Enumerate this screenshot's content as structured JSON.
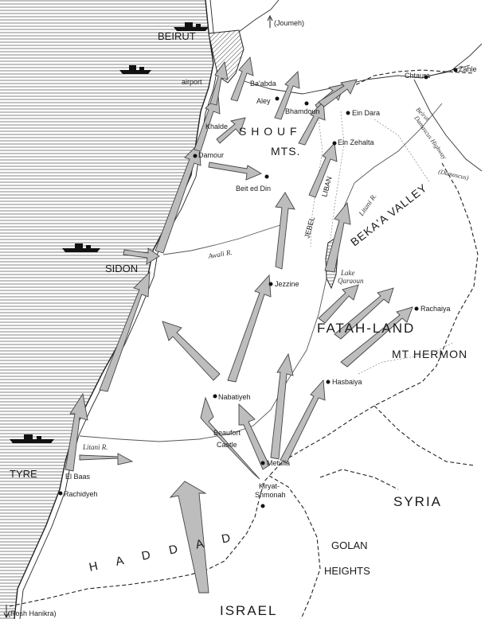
{
  "map": {
    "labels": {
      "beirut": "BEIRUT",
      "joumeh": "(Joumeh)",
      "airport": "airport",
      "baabda": "Ba'abda",
      "aley": "Aley",
      "bhamdoun": "Bhamdoun",
      "chtaura": "Chtaura",
      "zahle": "Zahle",
      "khalde": "Khalde",
      "damour": "Damour",
      "ein_dara": "Ein Dara",
      "ein_zehalta": "Ein Zehalta",
      "shouf": "S H O U F",
      "mts": "MTS.",
      "beirut_road": "Beirut",
      "damascus_highway": "Damascus Highway",
      "damascus": "(Damascus)",
      "beit_ed_din": "Beit ed Din",
      "jebel": "JEBEL",
      "liban": "LIBAN",
      "litani_north": "Litani R.",
      "bekaa": "BEKA'A VALLEY",
      "awali": "Awali R.",
      "sidon": "SIDON",
      "jezzine": "Jezzine",
      "lake": "Lake",
      "qaraoun": "Qaraoun",
      "rachaiya": "Rachaiya",
      "fatah_land": "FATAH-LAND",
      "mt_hermon": "MT HERMON",
      "nabatiyeh": "Nabatiyeh",
      "hasbaiya": "Hasbaiya",
      "beaufort": "Beaufort",
      "castle": "Castle",
      "litani_south": "Litani R.",
      "metulla": "Metulla",
      "tyre": "TYRE",
      "el_baas": "El Baas",
      "rachidyeh": "Rachidyeh",
      "kiryat": "Kiryat-",
      "shmonah": "Shmonah",
      "syria": "SYRIA",
      "golan": "GOLAN",
      "heights": "HEIGHTS",
      "haddad": "H A D D A D",
      "rosh_hanikra": "(Rosh Hanikra)",
      "israel": "ISRAEL"
    },
    "colors": {
      "sea_hatch": "#9a9a9a",
      "arrow_fill": "#bdbdbd",
      "ink": "#1a1a1a",
      "land": "#ffffff"
    },
    "icons": [
      "ship-icon",
      "town-dot-icon",
      "invasion-arrow-icon"
    ]
  }
}
